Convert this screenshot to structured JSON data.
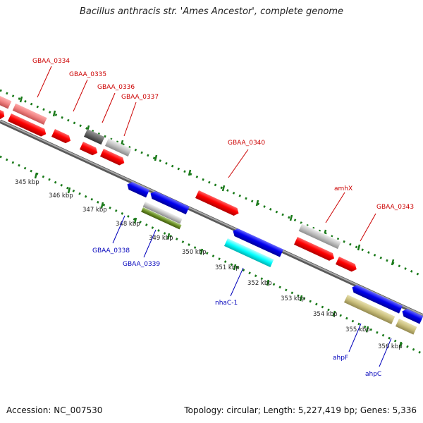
{
  "title": "Bacillus anthracis str. 'Ames Ancestor', complete genome",
  "footer": {
    "accession": "Accession: NC_007530",
    "summary": "Topology: circular; Length: 5,227,419 bp; Genes: 5,336"
  },
  "colors": {
    "forward_label": "#cc0000",
    "reverse_label": "#0000bb",
    "backbone": "#808080",
    "dotted_ring": "#1a7a1a",
    "gene_red": "#ff0000",
    "gene_pink": "#f08080",
    "gene_blue": "#0000ee",
    "gene_cyan": "#00ffff",
    "gene_olive": "#6b8e23",
    "gene_khaki": "#c8bd7a",
    "gene_gray": "#c0c0c0",
    "gene_darkgray": "#666666"
  },
  "ticks": [
    "345 kbp",
    "346 kbp",
    "347 kbp",
    "348 kbp",
    "349 kbp",
    "350 kbp",
    "351 kbp",
    "352 kbp",
    "353 kbp",
    "354 kbp",
    "355 kbp",
    "356 kbp"
  ],
  "forward_labels": [
    "GBAA_0334",
    "GBAA_0335",
    "GBAA_0336",
    "GBAA_0337",
    "GBAA_0340",
    "amhX",
    "GBAA_0343"
  ],
  "reverse_labels": [
    "GBAA_0338",
    "GBAA_0339",
    "nhaC-1",
    "ahpF",
    "ahpC"
  ]
}
